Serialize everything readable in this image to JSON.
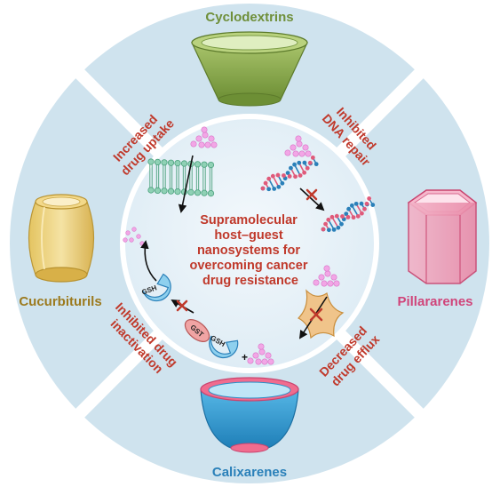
{
  "center": {
    "title_lines": [
      "Supramolecular",
      "host–guest",
      "nanosystems for",
      "overcoming cancer",
      "drug resistance"
    ]
  },
  "macrocycles": {
    "top": "Cyclodextrins",
    "right": "Pillararenes",
    "bottom": "Calixarenes",
    "left": "Cucurbiturils"
  },
  "mechanisms": {
    "top_left": [
      "Increased",
      "drug uptake"
    ],
    "top_right": [
      "Inhibited",
      "DNA repair"
    ],
    "bottom_right": [
      "Decreased",
      "drug efflux"
    ],
    "bottom_left": [
      "Inhibited drug",
      "inactivation"
    ]
  },
  "enzymes": {
    "gsh": "GSH",
    "gst": "GST",
    "plus": "+"
  },
  "colors": {
    "outer_ring": "#cfe3ee",
    "center_disk": "#e6f1f8",
    "mechanism_text": "#c0392b",
    "cyclodextrins": "#6f8f3a",
    "pillararenes": "#d0457a",
    "calixarenes": "#2a80b9",
    "cucurbiturils": "#9c7a1e",
    "drug_dots": "#e58ad8"
  }
}
